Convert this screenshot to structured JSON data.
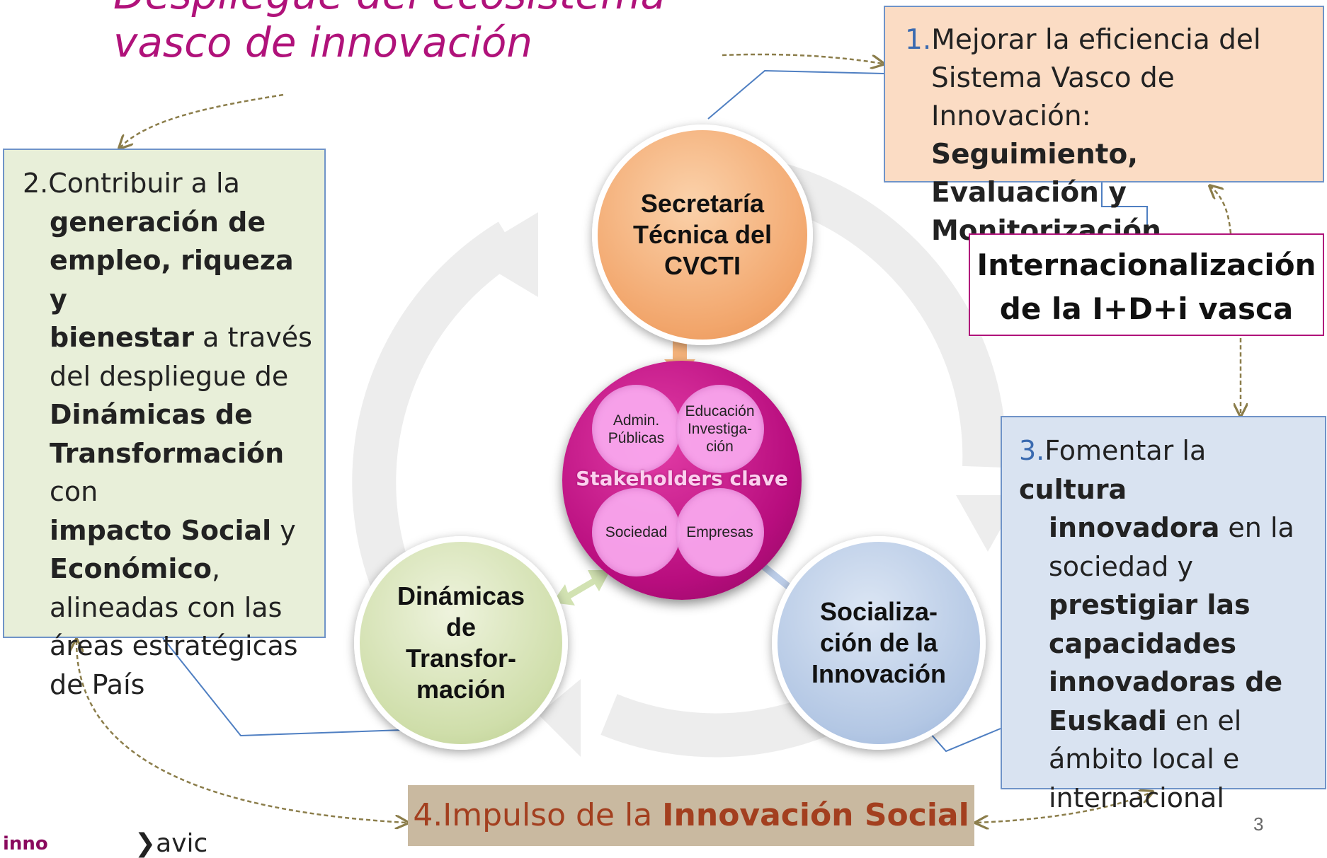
{
  "title": {
    "line1": "Despliegue del ecosistema",
    "line2": "vasco de innovación"
  },
  "box1": {
    "num": "1.",
    "line1": "Mejorar la eficiencia del",
    "line2": "Sistema Vasco de Innovación:",
    "bold1": "Seguimiento, Evaluación y",
    "bold2": "Monitorización"
  },
  "box2": {
    "num": "2.",
    "t1": "Contribuir a la",
    "b1": "generación de",
    "b2": "empleo, riqueza y",
    "b3": "bienestar",
    "t2": " a través",
    "t3": "del despliegue de",
    "b4": "Dinámicas de",
    "b5": "Transformación",
    "t4": " con",
    "b6": "impacto Social",
    "t5": " y",
    "b7": "Económico",
    "t6": ",",
    "t7": "alineadas con las",
    "t8": "áreas estratégicas",
    "t9": "de País"
  },
  "box3": {
    "num": "3.",
    "t1": "Fomentar la ",
    "b1": "cultura",
    "b2": "innovadora",
    "t2": " en la",
    "t3": "sociedad y",
    "b3": "prestigiar las",
    "b4": "capacidades",
    "b5": "innovadoras de",
    "b6": "Euskadi",
    "t4": " en el",
    "t5": "ámbito local e",
    "t6": "internacional"
  },
  "box4": {
    "t1": "4.Impulso de la ",
    "b1": "Innovación Social"
  },
  "internacional": {
    "line1": "Internacionalización",
    "line2": "de la I+D+i vasca"
  },
  "circles": {
    "secretaria": {
      "l1": "Secretaría",
      "l2": "Técnica del",
      "l3": "CVCTI"
    },
    "dinamicas": {
      "l1": "Dinámicas",
      "l2": "de",
      "l3": "Transfor-",
      "l4": "mación"
    },
    "socializacion": {
      "l1": "Socializa-",
      "l2": "ción de la",
      "l3": "Innovación"
    }
  },
  "stakeholders": {
    "label": "Stakeholders clave",
    "admin": {
      "l1": "Admin.",
      "l2": "Públicas"
    },
    "educacion": {
      "l1": "Educación",
      "l2": "Investiga-",
      "l3": "ción"
    },
    "sociedad": "Sociedad",
    "empresas": "Empresas"
  },
  "page_number": "3",
  "logos": {
    "innobasque": "inno",
    "avic": "avic"
  },
  "colors": {
    "title": "#b0127a",
    "secretaria": "#f2a66c",
    "dinamicas": "#cfdeaa",
    "socializacion": "#b3c7e4",
    "stakeholders": "#b80d7e",
    "box4_text": "#a33f1f"
  }
}
